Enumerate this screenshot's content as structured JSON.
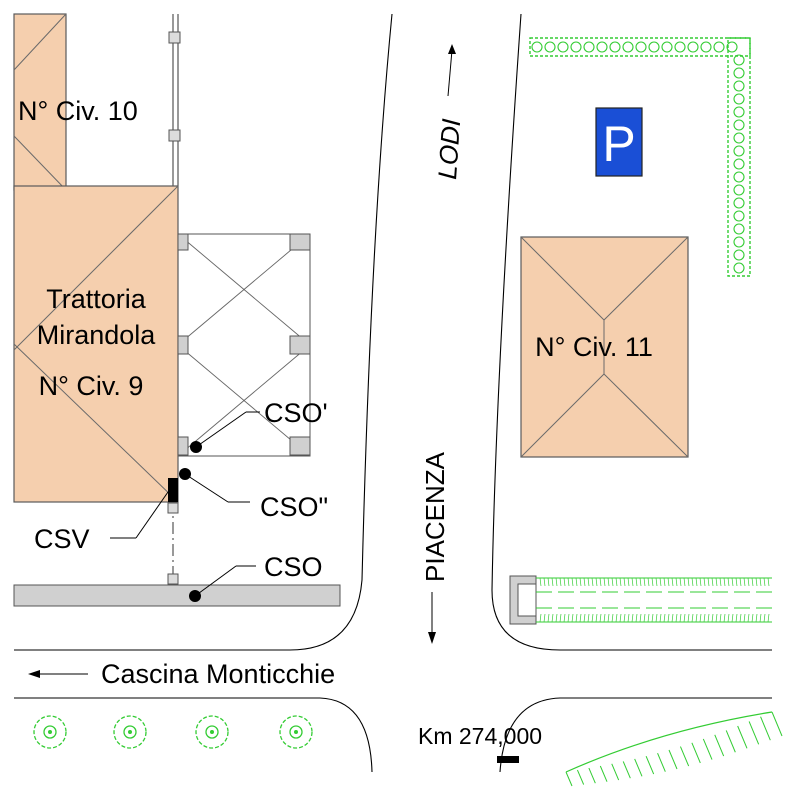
{
  "buildings": {
    "civ10": "N° Civ. 10",
    "trattoria_line1": "Trattoria",
    "trattoria_line2": "Mirandola",
    "civ9": "N° Civ. 9",
    "civ11": "N° Civ. 11"
  },
  "points": {
    "cso_prime": "CSO'",
    "cso_double": "CSO\"",
    "csv": "CSV",
    "cso": "CSO"
  },
  "roads": {
    "lodi": "LODI",
    "piacenza": "PIACENZA",
    "cascina": "Cascina Monticchie",
    "km": "Km 274,000"
  },
  "parking": {
    "symbol": "P",
    "color": "#1a4fd6"
  },
  "colors": {
    "building_fill": "#f5cfae",
    "vegetation": "#33cc33",
    "wall": "#d0d0d0"
  }
}
